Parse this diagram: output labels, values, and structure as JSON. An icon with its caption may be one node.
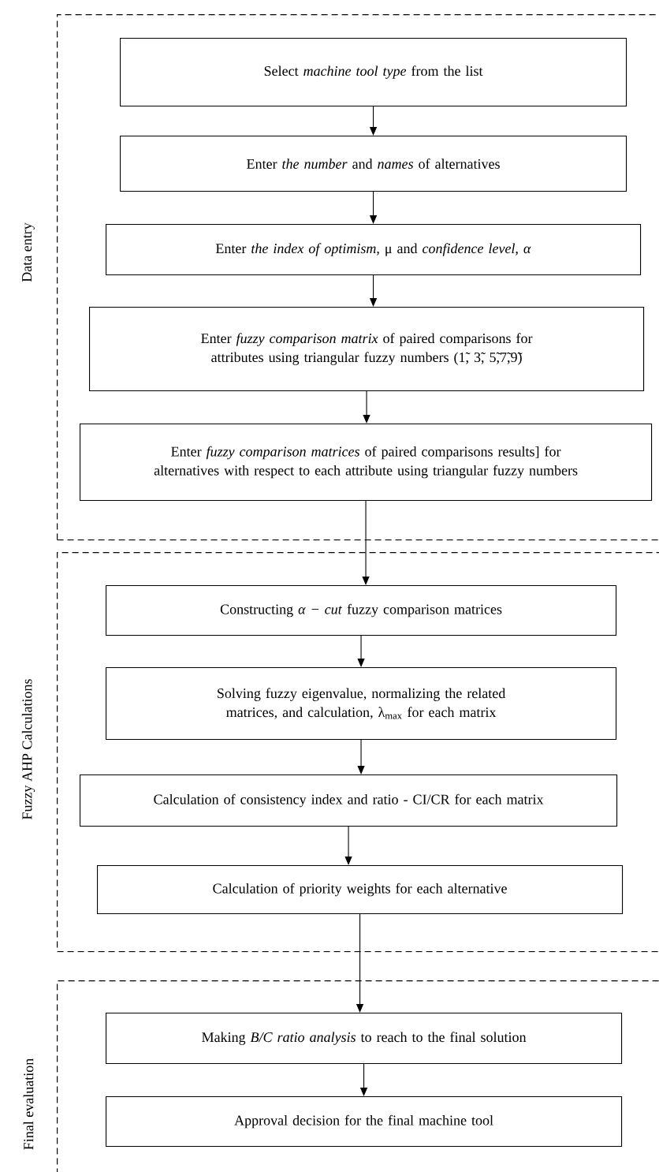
{
  "diagram": {
    "nodes": [
      {
        "text": [
          "Data entry"
        ]
      },
      {
        "text": [
          "Select *machine tool type* from the list"
        ],
        "in": 0
      },
      {
        "text": [
          "Enter *the number* and *names* of alternatives"
        ],
        "in": 0
      },
      {
        "text": [
          "Enter *the index of optimism*, μ and *confidence level*, *α*"
        ],
        "in": 0
      },
      {
        "text": [
          "Enter *fuzzy comparison matrix* of paired comparisons for attributes using triangular fuzzy numbers (1̃, 3̃, 5̃,7̃,9̃)"
        ],
        "in": 0
      },
      {
        "text": [
          "Enter *fuzzy comparison matrices* of paired comparisons results] for alternatives with respect to each attribute using triangular fuzzy numbers"
        ],
        "in": 0
      },
      {
        "text": [
          "Fuzzy AHP Calculations"
        ]
      },
      {
        "text": [
          "Constructing *α − cut* fuzzy comparison matrices"
        ],
        "in": 6
      },
      {
        "text": [
          "Solving fuzzy eigenvalue, normalizing the related matrices, and calculation, λ$_{max}$ for each matrix"
        ],
        "in": 6
      },
      {
        "text": [
          "Calculation of consistency index and ratio - CI/CR for each matrix"
        ],
        "in": 6
      },
      {
        "text": [
          "Calculation of priority weights for each alternative"
        ],
        "in": 6
      },
      {
        "text": [
          "Final evaluation"
        ]
      },
      {
        "text": [
          "Making *B/C ratio analysis* to reach to the final solution"
        ],
        "in": 11
      },
      {
        "text": [
          "Approval decision for the final machine tool"
        ],
        "in": 11
      }
    ],
    "edges": [
      {
        "from": 1,
        "to": 2,
        "arrow": "to"
      },
      {
        "from": 2,
        "to": 3,
        "arrow": "to"
      },
      {
        "from": 3,
        "to": 4,
        "arrow": "to"
      },
      {
        "from": 4,
        "to": 5,
        "arrow": "to"
      },
      {
        "from": 5,
        "to": 7,
        "arrow": "to"
      },
      {
        "from": 7,
        "to": 8,
        "arrow": "to"
      },
      {
        "from": 8,
        "to": 9,
        "arrow": "to"
      },
      {
        "from": 9,
        "to": 10,
        "arrow": "to"
      },
      {
        "from": 10,
        "to": 12,
        "arrow": "to"
      },
      {
        "from": 12,
        "to": 13,
        "arrow": "to"
      }
    ]
  }
}
